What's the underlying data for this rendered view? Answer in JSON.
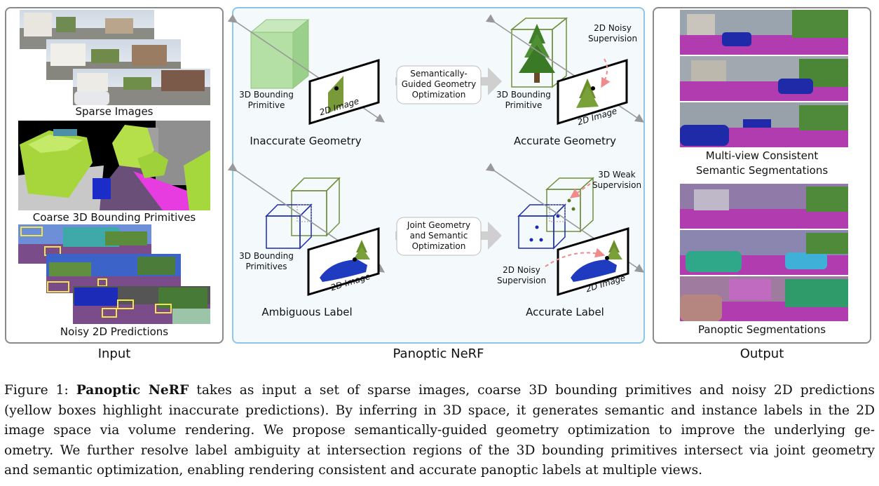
{
  "panels": {
    "input": {
      "title": "Input",
      "sparse_images": "Sparse Images",
      "coarse_primitives": "Coarse 3D Bounding Primitives",
      "noisy_predictions": "Noisy 2D Predictions"
    },
    "middle": {
      "title": "Panoptic NeRF",
      "top_left_caption": "Inaccurate Geometry",
      "top_right_caption": "Accurate Geometry",
      "bottom_left_caption": "Ambiguous Label",
      "bottom_right_caption": "Accurate Label",
      "primitive_label_1": "3D Bounding",
      "primitive_label_2": "Primitive",
      "primitives_label_2": "Primitives",
      "image_label": "2D Image",
      "noisy_sup_1": "2D Noisy",
      "noisy_sup_2": "Supervision",
      "weak_sup_1": "3D Weak",
      "weak_sup_2": "Supervision",
      "sgo_1": "Semantically-",
      "sgo_2": "Guided Geometry",
      "sgo_3": "Optimization",
      "jgs_1": "Joint Geometry",
      "jgs_2": "and Semantic",
      "jgs_3": "Optimization"
    },
    "output": {
      "title": "Output",
      "multiview_1": "Multi-view Consistent",
      "multiview_2": "Semantic Segmentations",
      "panoptic": "Panoptic Segmentations"
    }
  },
  "caption": {
    "fig_label": "Figure 1:",
    "method": "Panoptic NeRF",
    "line1_rest": "takes as input a set of sparse images, coarse 3D bounding primitives and noisy 2D predictions",
    "line2": "(yellow boxes highlight inaccurate predictions). By inferring in 3D space, it generates semantic and instance labels in the 2D",
    "line3": "image space via volume rendering.  We propose semantically-guided geometry optimization to improve the underlying ge-",
    "line4": "ometry. We further resolve label ambiguity at intersection regions of the 3D bounding primitives intersect via joint geometry",
    "line5": "and semantic optimization, enabling rendering consistent and accurate panoptic labels at multiple views."
  },
  "colors": {
    "green_box": "#a8d898",
    "olive_outline": "#6f8f3a",
    "blue_car": "#1a3ab8",
    "road_magenta": "#d43cc8",
    "arrow_pink": "#f08b8b",
    "panel_blue": "#8cc8e6"
  }
}
